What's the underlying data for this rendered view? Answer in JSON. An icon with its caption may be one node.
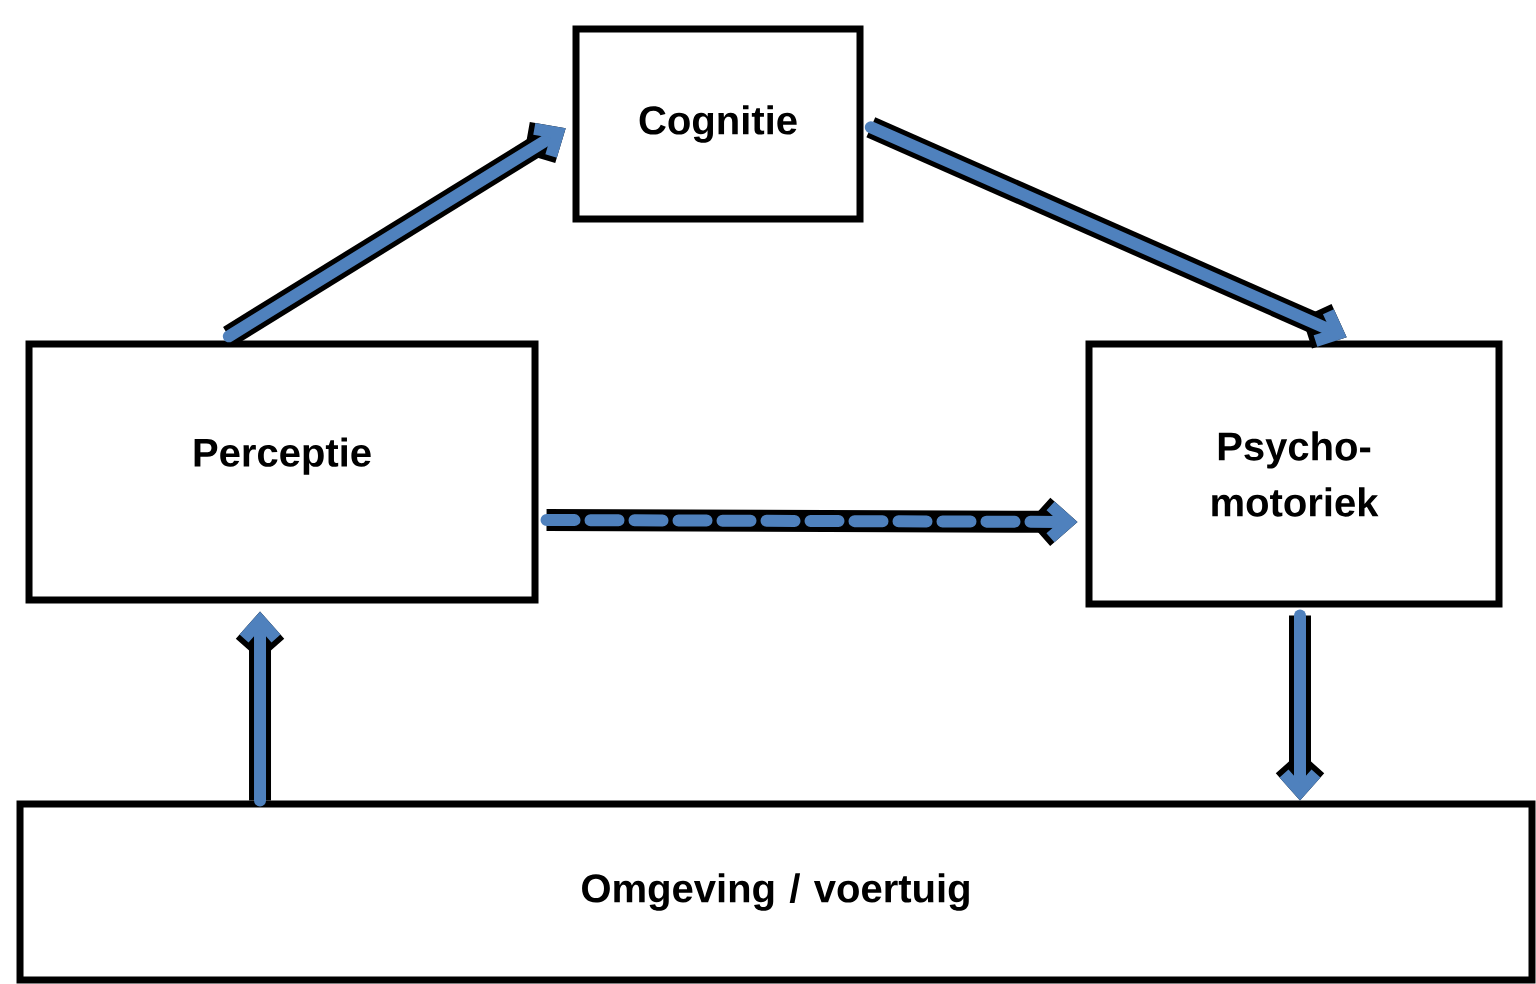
{
  "diagram": {
    "nodes": [
      {
        "text": [
          "Cognitie"
        ]
      },
      {
        "text": [
          "Perceptie"
        ]
      },
      {
        "text": [
          "Psycho- motoriek"
        ]
      },
      {
        "text": [
          "Omgeving / voertuig"
        ]
      }
    ],
    "edges": [
      {
        "from": 1,
        "to": 0,
        "arrow": "to"
      },
      {
        "from": 0,
        "to": 2,
        "arrow": "to"
      },
      {
        "from": 1,
        "to": 2,
        "arrow": "to",
        "style": "dashed"
      },
      {
        "from": 3,
        "to": 1,
        "arrow": "to"
      },
      {
        "from": 2,
        "to": 3,
        "arrow": "to"
      }
    ]
  }
}
